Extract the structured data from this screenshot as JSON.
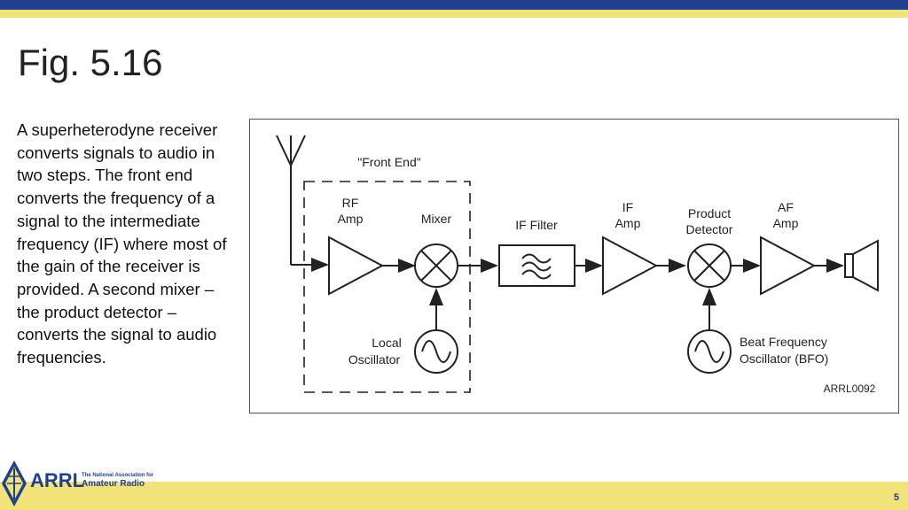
{
  "slide": {
    "title": "Fig. 5.16",
    "body": "A superheterodyne receiver converts signals to audio in two steps. The front end converts the frequency of a signal to the intermediate frequency (IF) where most of the gain of the receiver is provided. A second mixer – the product detector – converts the signal to audio frequencies.",
    "page_number": "5"
  },
  "diagram": {
    "front_end_label": "\"Front End\"",
    "rf_amp": [
      "RF",
      "Amp"
    ],
    "mixer": "Mixer",
    "local_osc": [
      "Local",
      "Oscillator"
    ],
    "if_filter": "IF Filter",
    "if_amp": [
      "IF",
      "Amp"
    ],
    "product_detector": [
      "Product",
      "Detector"
    ],
    "af_amp": [
      "AF",
      "Amp"
    ],
    "bfo": [
      "Beat Frequency",
      "Oscillator (BFO)"
    ],
    "code": "ARRL0092"
  },
  "logo": {
    "brand": "ARRL",
    "tagline_1": "The National Association for",
    "tagline_2": "Amateur Radio",
    "colors": {
      "blue": "#1f3f8f",
      "yellow": "#f2e27a"
    }
  }
}
